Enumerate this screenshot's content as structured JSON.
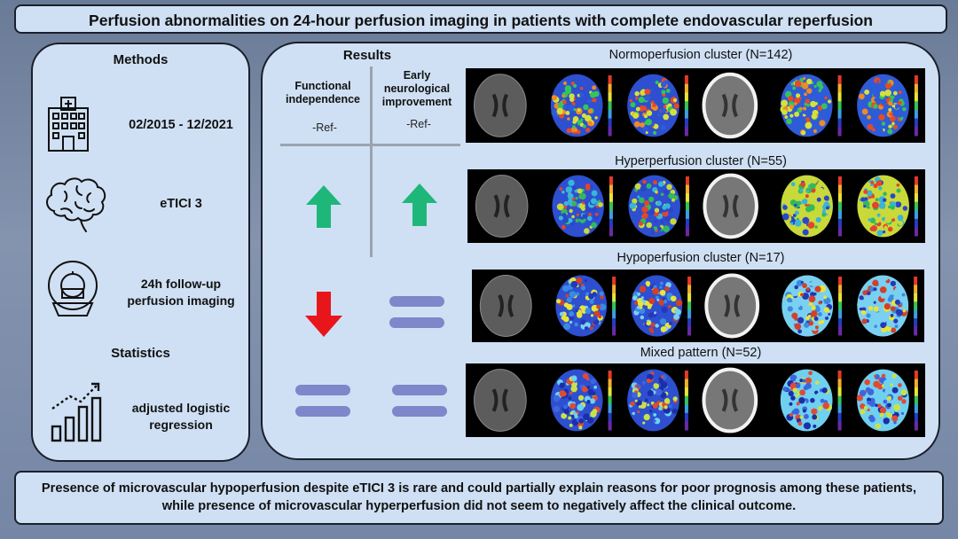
{
  "title": "Perfusion abnormalities on 24-hour perfusion imaging in patients with complete endovascular reperfusion",
  "methods": {
    "heading": "Methods",
    "items": [
      {
        "icon": "hospital-icon",
        "text": "02/2015 - 12/2021"
      },
      {
        "icon": "brain-icon",
        "text": "eTICI 3"
      },
      {
        "icon": "ct-scanner-icon",
        "text": "24h follow-up perfusion imaging"
      }
    ],
    "statistics_heading": "Statistics",
    "statistics": {
      "icon": "growth-chart-icon",
      "text": "adjusted logistic regression"
    }
  },
  "results": {
    "heading": "Results",
    "columns": [
      {
        "label": "Functional independence",
        "reference": "-Ref-"
      },
      {
        "label": "Early neurological improvement",
        "reference": "-Ref-"
      }
    ],
    "clusters": [
      {
        "label": "Normoperfusion cluster (N=142)",
        "functional_independence": "reference",
        "early_neurological_improvement": "reference"
      },
      {
        "label": "Hyperperfusion cluster (N=55)",
        "functional_independence": "up-arrow",
        "early_neurological_improvement": "up-arrow"
      },
      {
        "label": "Hypoperfusion cluster (N=17)",
        "functional_independence": "down-arrow",
        "early_neurological_improvement": "equal-sign"
      },
      {
        "label": "Mixed pattern (N=52)",
        "functional_independence": "equal-sign",
        "early_neurological_improvement": "equal-sign"
      }
    ],
    "colors": {
      "up_arrow": "#1fb67a",
      "down_arrow": "#e8161b",
      "equal_sign": "#7f86c9"
    }
  },
  "conclusion": "Presence of microvascular hypoperfusion despite eTICI 3 is rare and could partially explain reasons for poor prognosis among these patients, while presence of microvascular hyperperfusion did not seem to negatively affect the clinical outcome."
}
